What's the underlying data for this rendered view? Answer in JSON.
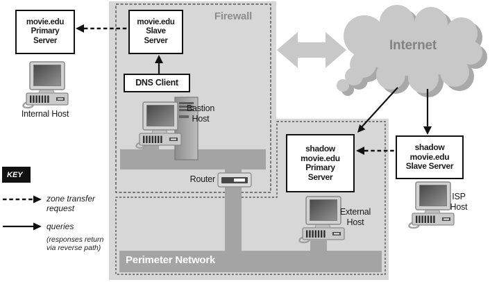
{
  "boxes": {
    "internal_primary": {
      "lines": [
        "movie.edu",
        "Primary",
        "Server"
      ]
    },
    "fw_slave": {
      "lines": [
        "movie.edu",
        "Slave",
        "Server"
      ]
    },
    "dns_client": {
      "label": "DNS Client"
    },
    "shadow_primary": {
      "lines": [
        "shadow",
        "movie.edu",
        "Primary",
        "Server"
      ]
    },
    "shadow_slave": {
      "lines": [
        "shadow",
        "movie.edu",
        "Slave Server"
      ]
    }
  },
  "regions": {
    "firewall": "Firewall",
    "perimeter": "Perimeter Network",
    "internet": "Internet"
  },
  "hosts": {
    "internal": "Internal Host",
    "bastion_line1": "Bastion",
    "bastion_line2": "Host",
    "router": "Router",
    "external_line1": "External",
    "external_line2": "Host",
    "isp_line1": "ISP",
    "isp_line2": "Host"
  },
  "key": {
    "title": "KEY",
    "items": [
      {
        "style": "dashed-arrow",
        "label": "zone transfer request"
      },
      {
        "style": "solid-arrow",
        "label": "queries"
      }
    ],
    "note": "(responses return\nvia reverse path)"
  },
  "icons": {
    "computer": "desktop-computer-icon",
    "tower": "server-tower-icon",
    "router": "router-icon",
    "cloud": "internet-cloud",
    "gateway_arrow": "double-headed-arrow"
  },
  "colors": {
    "region_fill": "#d7d7d7",
    "network_bar": "#a4a4a4",
    "cloud_fill": "#c8c8c8",
    "cloud_shadow": "#a9a9a9",
    "muted_label": "#8d8d8d",
    "box_border": "#111111",
    "arrow_black": "#111111"
  }
}
